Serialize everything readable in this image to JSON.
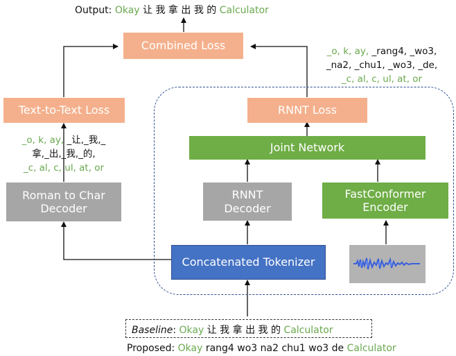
{
  "output": {
    "prefix": "Output: ",
    "okay": "Okay",
    "chinese": " 让 我 拿 出 我 的 ",
    "calculator": "Calculator"
  },
  "nodes": {
    "combined_loss": "Combined Loss",
    "text_to_text_loss": "Text-to-Text Loss",
    "rnnt_loss": "RNNT Loss",
    "joint_network": "Joint Network",
    "roman_to_char_decoder": [
      "Roman to Char",
      "Decoder"
    ],
    "rnnt_decoder": [
      "RNNT",
      "Decoder"
    ],
    "fastconformer_encoder": [
      "FastConformer",
      "Encoder"
    ],
    "concatenated_tokenizer": "Concatenated Tokenizer"
  },
  "left_tokens": [
    {
      "green": "_o, k, ay, ",
      "black": "_让,_我,_"
    },
    {
      "green": "",
      "black": "拿,_出,_我,_的,"
    },
    {
      "green": "_c, al, c, ul, at, or",
      "black": ""
    }
  ],
  "right_tokens": [
    {
      "green": "_o, k, ay, ",
      "black": "_rang4, _wo3,"
    },
    {
      "green": "",
      "black": "_na2, _chu1, _wo3, _de,"
    },
    {
      "green": "_c, al, c, ul, at, or",
      "black": ""
    }
  ],
  "baseline": {
    "label": "Baseline",
    "colon": ": ",
    "okay": "Okay",
    "chinese": " 让 我 拿 出 我 的 ",
    "calculator": "Calculator"
  },
  "proposed": {
    "label": "Proposed: ",
    "okay": "Okay",
    "middle": " rang4 wo3 na2 chu1 wo3 de ",
    "calculator": "Calculator"
  },
  "colors": {
    "loss_box": "#f4b08c",
    "green_box": "#6fad46",
    "gray_box": "#a6a6a6",
    "tokenizer_box": "#4472c4",
    "green_text": "#6aa84f",
    "waveform": "#3a5fd9"
  }
}
